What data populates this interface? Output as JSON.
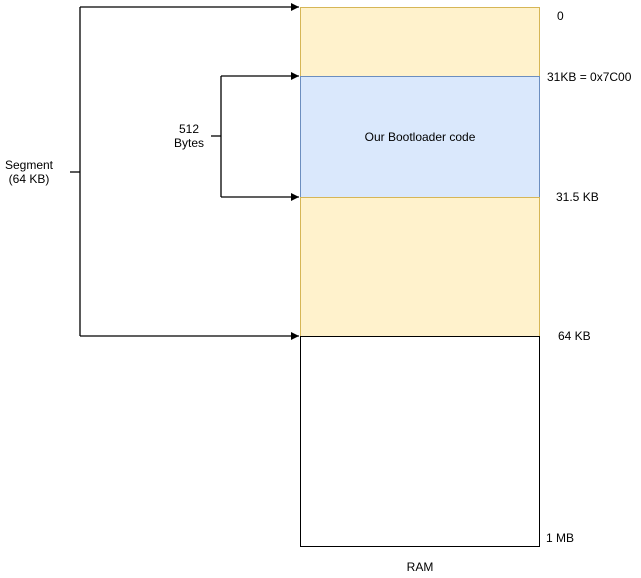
{
  "diagram": {
    "regions": {
      "low": {
        "fill": "#FFF2CC",
        "border": "#D6B656"
      },
      "bootloader": {
        "label": "Our Bootloader code",
        "fill": "#DAE8FC",
        "border": "#6C8EBF"
      },
      "mid": {
        "fill": "#FFF2CC",
        "border": "#D6B656"
      },
      "high": {
        "fill": "#FFFFFF",
        "border": "#000000"
      }
    },
    "address_labels": {
      "start": "0",
      "boot_start": "31KB = 0x7C00",
      "boot_end": "31.5 KB",
      "segment_end": "64 KB",
      "ram_end": "1 MB"
    },
    "segment_bracket": {
      "line1": "Segment",
      "line2": "(64 KB)"
    },
    "bytes_bracket": {
      "line1": "512",
      "line2": "Bytes"
    },
    "ram_label": "RAM"
  }
}
